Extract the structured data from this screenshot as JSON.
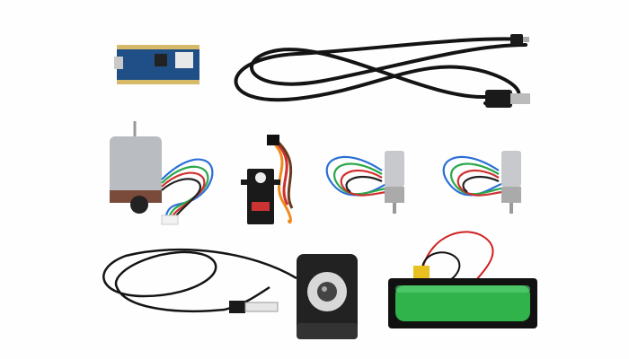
{
  "scene": {
    "background": "#fefefe",
    "objects": [
      {
        "name": "microcontroller-board",
        "color": "#1f4f86"
      },
      {
        "name": "usb-cable",
        "color": "#141414"
      },
      {
        "name": "dc-motor",
        "color": "#b9bcc0"
      },
      {
        "name": "servo-motor",
        "color": "#1a1a1a"
      },
      {
        "name": "gear-motor-left",
        "color": "#c7c9cc"
      },
      {
        "name": "gear-motor-right",
        "color": "#c7c9cc"
      },
      {
        "name": "webcam-cable",
        "color": "#141414"
      },
      {
        "name": "webcam",
        "color": "#222222"
      },
      {
        "name": "battery-holder",
        "color": "#111111"
      },
      {
        "name": "battery",
        "color": "#2fb34a"
      }
    ]
  }
}
